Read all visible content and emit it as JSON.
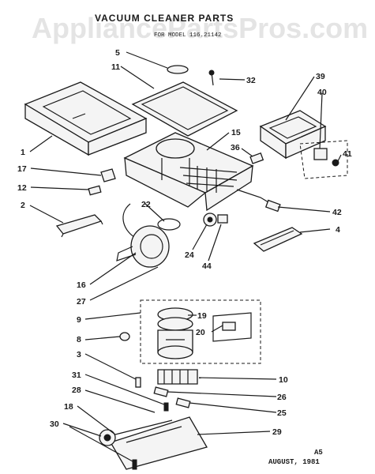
{
  "diagram": {
    "watermark": "AppliancePartsPros.com",
    "title": "VACUUM CLEANER PARTS",
    "subtitle": "FOR MODEL 116.21142",
    "footer": {
      "code": "A5",
      "date": "AUGUST, 1981"
    },
    "callouts": [
      "5",
      "11",
      "32",
      "39",
      "40",
      "15",
      "36",
      "41",
      "1",
      "17",
      "12",
      "2",
      "22",
      "42",
      "4",
      "24",
      "44",
      "16",
      "27",
      "9",
      "19",
      "8",
      "20",
      "3",
      "10",
      "31",
      "26",
      "28",
      "25",
      "18",
      "30",
      "29"
    ]
  }
}
